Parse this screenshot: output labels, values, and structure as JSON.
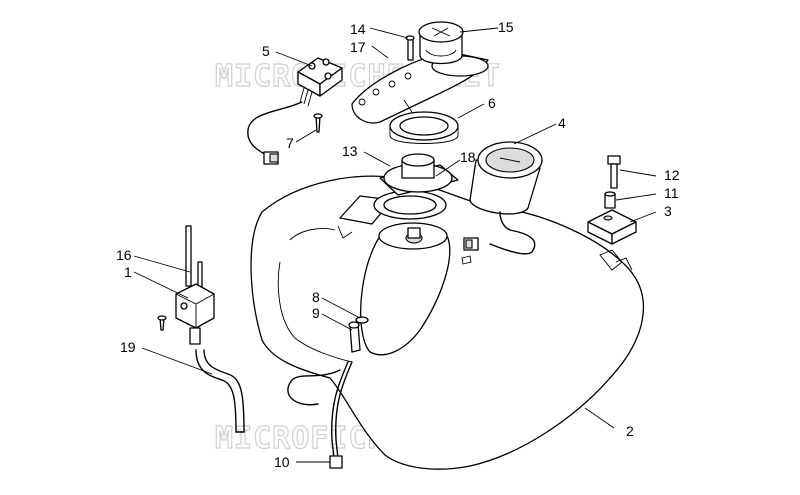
{
  "watermark": "MICROFICHES.NET",
  "callouts": [
    {
      "id": "c1",
      "text": "1"
    },
    {
      "id": "c2",
      "text": "2"
    },
    {
      "id": "c3",
      "text": "3"
    },
    {
      "id": "c4",
      "text": "4"
    },
    {
      "id": "c5",
      "text": "5"
    },
    {
      "id": "c6",
      "text": "6"
    },
    {
      "id": "c7",
      "text": "7"
    },
    {
      "id": "c8",
      "text": "8"
    },
    {
      "id": "c9",
      "text": "9"
    },
    {
      "id": "c10",
      "text": "10"
    },
    {
      "id": "c11",
      "text": "11"
    },
    {
      "id": "c12",
      "text": "12"
    },
    {
      "id": "c13",
      "text": "13"
    },
    {
      "id": "c14",
      "text": "14"
    },
    {
      "id": "c15",
      "text": "15"
    },
    {
      "id": "c16",
      "text": "16"
    },
    {
      "id": "c17",
      "text": "17"
    },
    {
      "id": "c18",
      "text": "18"
    },
    {
      "id": "c19",
      "text": "19"
    }
  ]
}
